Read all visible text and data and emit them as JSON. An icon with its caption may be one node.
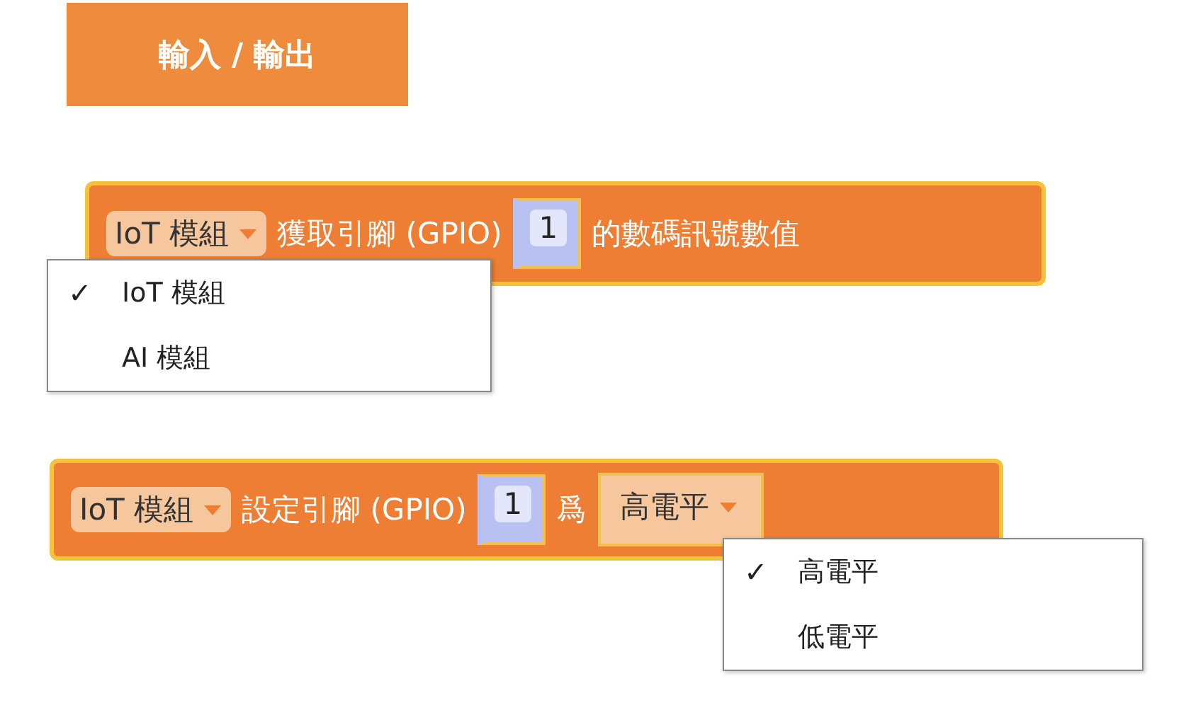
{
  "diagram": {
    "nodes": [
      {
        "text": [
          "輸入 / 輸出"
        ]
      },
      {
        "text": [
          "獲取引腳 (GPIO)",
          "的數碼訊號數值"
        ]
      },
      {
        "text": [
          "IoT 模組"
        ],
        "in": 1
      },
      {
        "text": [
          "1"
        ],
        "in": 1
      },
      {
        "text": [
          "✓",
          "IoT 模組",
          "AI 模組"
        ]
      },
      {
        "text": [
          "設定引腳 (GPIO)",
          "爲"
        ]
      },
      {
        "text": [
          "IoT 模組"
        ],
        "in": 5
      },
      {
        "text": [
          "1"
        ],
        "in": 5
      },
      {
        "text": [
          "高電平"
        ],
        "in": 5
      },
      {
        "text": [
          "✓",
          "高電平",
          "低電平"
        ]
      }
    ]
  }
}
